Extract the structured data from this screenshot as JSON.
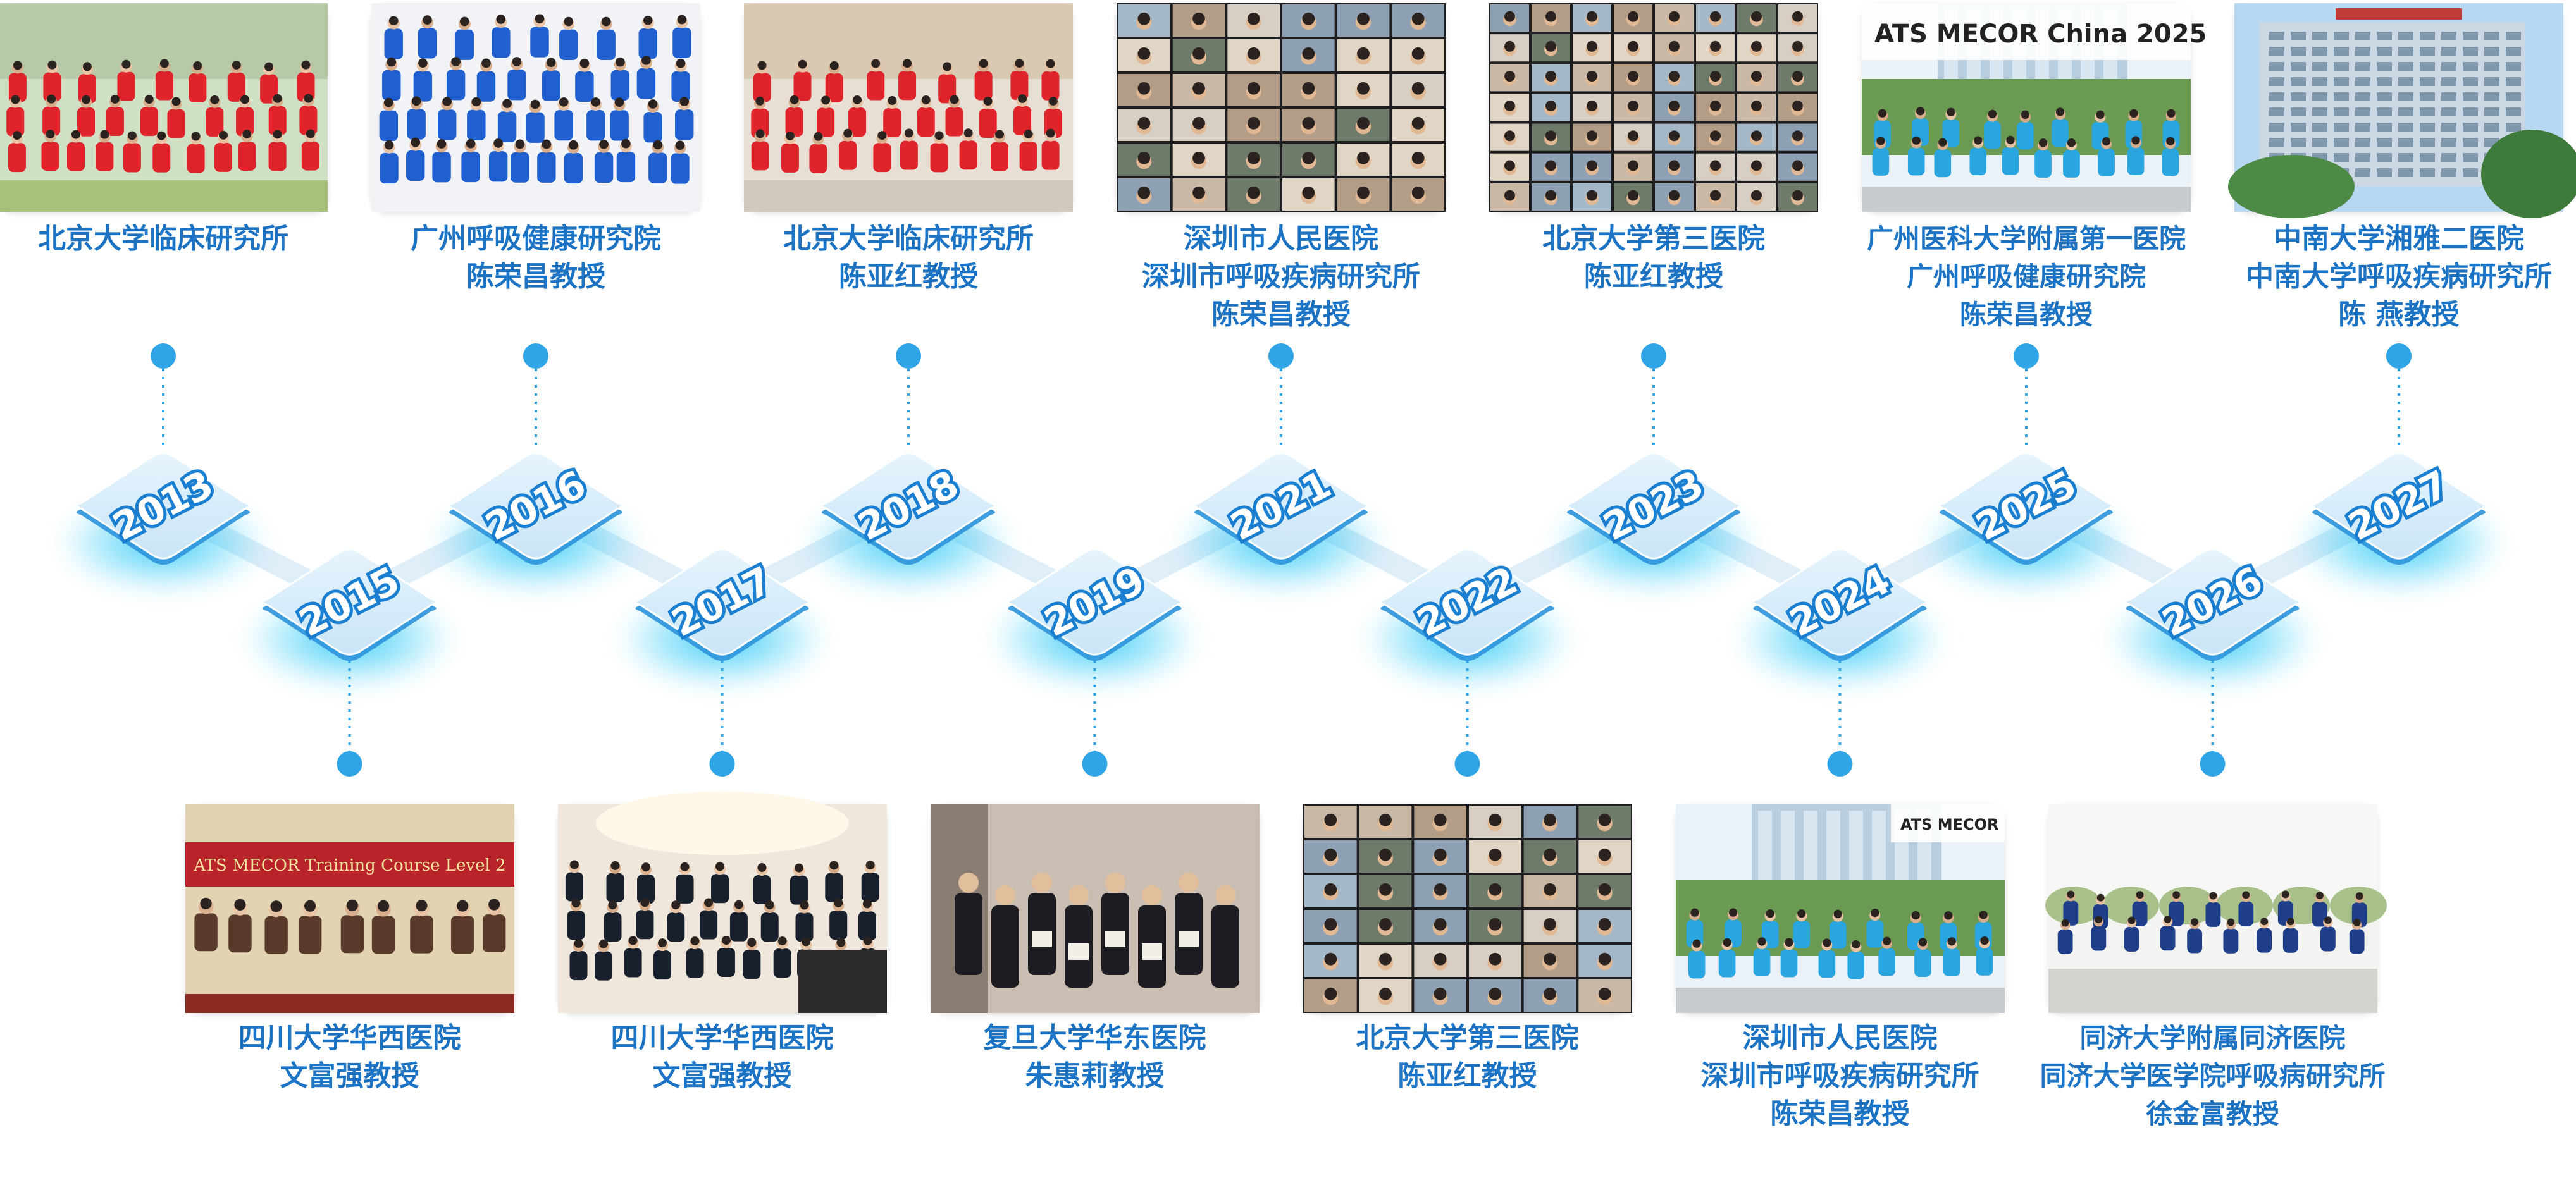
{
  "colors": {
    "accent": "#1c73c4",
    "tile_fill": "#d6ecfb",
    "tile_edge": "#2c93db",
    "glow": "#17c3f5",
    "dot": "#2fa4e7",
    "connector": "#dfeef8"
  },
  "milestones": [
    {
      "year": "2013",
      "row": "top",
      "photo": "group-red-shirts",
      "lines": [
        "北京大学临床研究所"
      ]
    },
    {
      "year": "2015",
      "row": "bottom",
      "photo": "training-course-banner",
      "banner_text": "ATS MECOR Training Course Level 2",
      "lines": [
        "四川大学华西医院",
        "文富强教授"
      ]
    },
    {
      "year": "2016",
      "row": "top",
      "photo": "group-blue-shirts",
      "lines": [
        "广州呼吸健康研究院",
        "陈荣昌教授"
      ]
    },
    {
      "year": "2017",
      "row": "bottom",
      "photo": "group-black-jackets",
      "lines": [
        "四川大学华西医院",
        "文富强教授"
      ]
    },
    {
      "year": "2018",
      "row": "top",
      "photo": "group-red-shirts",
      "lines": [
        "北京大学临床研究所",
        "陈亚红教授"
      ]
    },
    {
      "year": "2019",
      "row": "bottom",
      "photo": "certificate-ceremony",
      "lines": [
        "复旦大学华东医院",
        "朱惠莉教授"
      ]
    },
    {
      "year": "2021",
      "row": "top",
      "photo": "video-call-grid",
      "lines": [
        "深圳市人民医院",
        "深圳市呼吸疾病研究所",
        "陈荣昌教授"
      ]
    },
    {
      "year": "2022",
      "row": "bottom",
      "photo": "video-call-grid",
      "lines": [
        "北京大学第三医院",
        "陈亚红教授"
      ]
    },
    {
      "year": "2023",
      "row": "top",
      "photo": "video-call-grid",
      "lines": [
        "北京大学第三医院",
        "陈亚红教授"
      ]
    },
    {
      "year": "2024",
      "row": "bottom",
      "photo": "group-blue-outdoor",
      "logo_text": "ATS MECOR",
      "lines": [
        "深圳市人民医院",
        "深圳市呼吸疾病研究所",
        "陈荣昌教授"
      ]
    },
    {
      "year": "2025",
      "row": "top",
      "photo": "group-blue-outdoor",
      "logo_text": "ATS MECOR China 2025",
      "lines": [
        "广州医科大学附属第一医院",
        "广州呼吸健康研究院",
        "陈荣昌教授"
      ]
    },
    {
      "year": "2026",
      "row": "bottom",
      "photo": "group-outdoor-plaza",
      "lines": [
        "同济大学附属同济医院",
        "同济大学医学院呼吸病研究所",
        "徐金富教授"
      ]
    },
    {
      "year": "2027",
      "row": "top",
      "photo": "hospital-building",
      "lines": [
        "中南大学湘雅二医院",
        "中南大学呼吸疾病研究所",
        "陈 燕教授"
      ]
    }
  ]
}
